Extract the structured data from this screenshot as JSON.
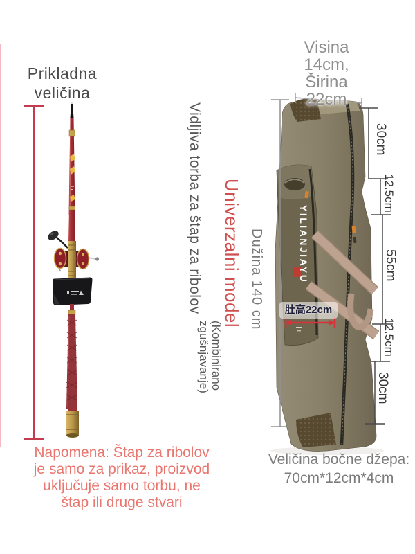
{
  "left": {
    "title_lines": [
      "Prikladna",
      "veličina"
    ],
    "note_lines": [
      "Napomena: Štap za ribolov",
      "je samo za prikaz, proizvod",
      "uključuje samo torbu, ne",
      "štap ili druge stvari"
    ]
  },
  "middle": {
    "visible_label": "Vidljiva torba za štap za ribolov",
    "universal_label": "Univerzalni model",
    "condensed_line1": "(Kombinirano",
    "condensed_line2": "zgušnjavanje)",
    "length_label": "Dužina 140 cm"
  },
  "bag": {
    "size_label_lines": [
      "Visina",
      "14cm,",
      "Širina",
      "22cm"
    ],
    "measurements": [
      "30cm",
      "12.5cm",
      "55cm",
      "12.5cm",
      "30cm"
    ],
    "belly_label": "肚高22cm",
    "brand": "YILIANJIAYU",
    "pocket_lines": [
      "Veličina bočne džepa:",
      "70cm*12cm*4cm"
    ]
  },
  "colors": {
    "measure_red": "#c43b4e",
    "note_red": "#e9766f",
    "universal_red": "#cf4e4e",
    "belly_arrow_red": "#d5333a",
    "bag_khaki": "#8a8169",
    "strap_tan": "#bda290",
    "annotation_gray": "#4a4a4a"
  }
}
